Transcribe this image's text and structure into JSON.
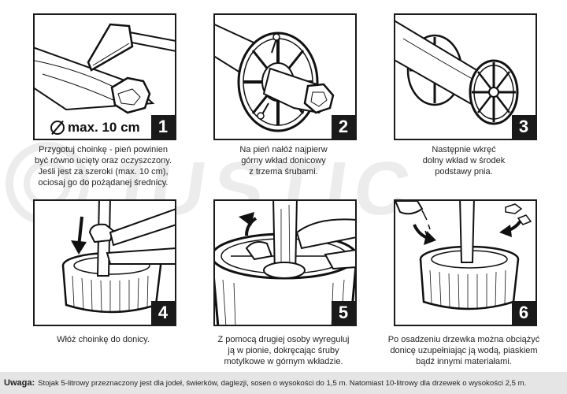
{
  "brand_watermark": "JUSTIC",
  "steps": [
    {
      "number": "1",
      "caption": "Przygotuj choinkę - pień powinien\nbyć równo ucięty oraz oczyszczony.\nJeśli jest za szeroki (max. 10 cm),\nociosaj go do pożądanej średnicy.",
      "diameter_label": "max. 10 cm"
    },
    {
      "number": "2",
      "caption": "Na pień nałóż najpierw\ngórny wkład donicowy\nz trzema śrubami."
    },
    {
      "number": "3",
      "caption": "Następnie wkręć\ndolny wkład w środek\npodstawy pnia."
    },
    {
      "number": "4",
      "caption": "Włóż choinkę do donicy."
    },
    {
      "number": "5",
      "caption": "Z pomocą drugiej osoby wyreguluj\nją w pionie, dokręcając śruby\nmotylkowe w górnym wkładzie."
    },
    {
      "number": "6",
      "caption": "Po osadzeniu drzewka można obciążyć\ndonicę uzupełniając ją wodą, piaskiem\nbądź innymi materiałami."
    }
  ],
  "footer": {
    "label": "Uwaga:",
    "text": "Stojak 5-litrowy przeznaczony jest dla jodeł, świerków, daglezji, sosen o wysokości do 1,5 m. Natomiast 10-litrowy dla drzewek o wysokości 2,5 m."
  },
  "colors": {
    "ink": "#1a1a1a",
    "footer_bg": "#e5e5e5",
    "watermark": "#ececec"
  }
}
